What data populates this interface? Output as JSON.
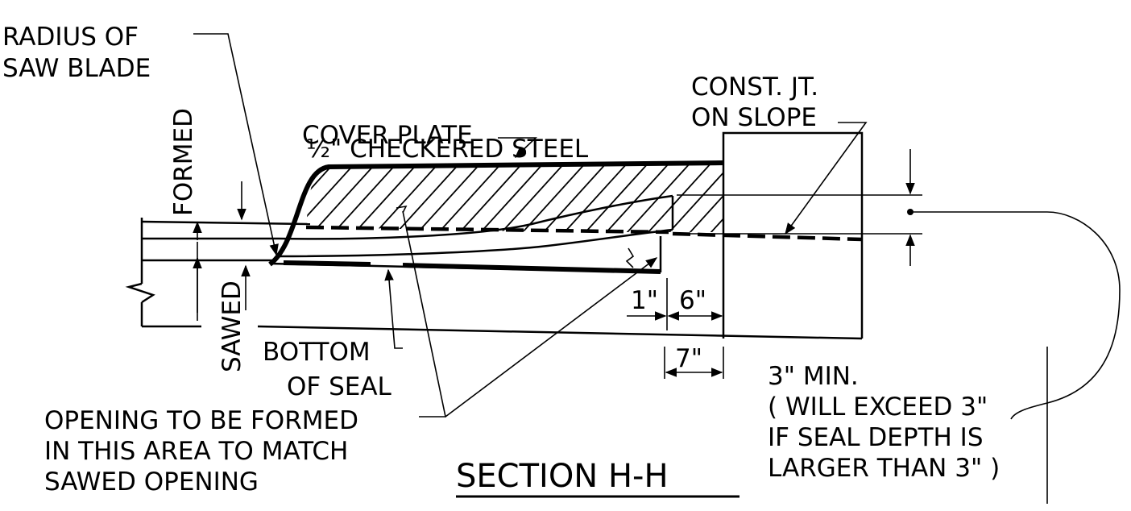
{
  "title": "SECTION H-H",
  "labels": {
    "radius_l1": "RADIUS OF",
    "radius_l2": "SAW BLADE",
    "plate_l1": "½\" CHECKERED STEEL",
    "plate_l2": "COVER PLATE",
    "const_l1": "CONST. JT.",
    "const_l2": "ON SLOPE",
    "formed": "FORMED",
    "sawed": "SAWED",
    "bottom_l1": "BOTTOM",
    "bottom_l2": "OF SEAL",
    "opening_l1": "OPENING TO BE FORMED",
    "opening_l2": "IN THIS AREA TO MATCH",
    "opening_l3": "SAWED OPENING",
    "min_l1": "3\" MIN.",
    "min_l2": "( WILL EXCEED 3\"",
    "min_l3": "IF SEAL DEPTH IS",
    "min_l4": "LARGER THAN 3\" )"
  },
  "dimensions": {
    "d1": "1\"",
    "d6": "6\"",
    "d7": "7\""
  }
}
